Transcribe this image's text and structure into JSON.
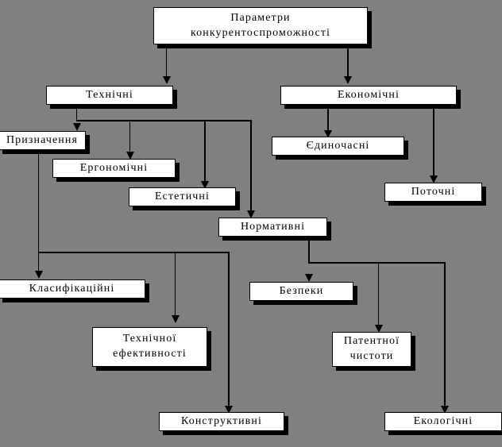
{
  "diagram": {
    "title": "Параметри конкурентоспроможності",
    "background_color": "#808080",
    "node_fill_color": "#ffffff",
    "node_border_color": "#000000",
    "shadow_color": "#000000",
    "type": "hierarchy-tree"
  },
  "nodes": {
    "root": {
      "label_line1": "Параметри",
      "label_line2": "конкурентоспроможності"
    },
    "technical": {
      "label": "Технічні"
    },
    "economic": {
      "label": "Економічні"
    },
    "purpose": {
      "label": "Призначення"
    },
    "ergonomic": {
      "label": "Ергономічні"
    },
    "aesthetic": {
      "label": "Естетичні"
    },
    "normative": {
      "label": "Нормативні"
    },
    "one_time": {
      "label": "Єдиночасні"
    },
    "current": {
      "label": "Поточні"
    },
    "classification": {
      "label": "Класифікаційні"
    },
    "tech_efficiency": {
      "label_line1": "Технічної",
      "label_line2": "ефективності"
    },
    "constructive": {
      "label": "Конструктивні"
    },
    "safety": {
      "label": "Безпеки"
    },
    "patent_purity": {
      "label_line1": "Патентної",
      "label_line2": "чистоти"
    },
    "ecological": {
      "label": "Екологічні"
    }
  },
  "edges": [
    {
      "from": "root",
      "to": "technical"
    },
    {
      "from": "root",
      "to": "economic"
    },
    {
      "from": "technical",
      "to": "purpose"
    },
    {
      "from": "technical",
      "to": "ergonomic"
    },
    {
      "from": "technical",
      "to": "aesthetic"
    },
    {
      "from": "technical",
      "to": "normative"
    },
    {
      "from": "economic",
      "to": "one_time"
    },
    {
      "from": "economic",
      "to": "current"
    },
    {
      "from": "purpose",
      "to": "classification"
    },
    {
      "from": "purpose",
      "to": "tech_efficiency"
    },
    {
      "from": "purpose",
      "to": "constructive"
    },
    {
      "from": "normative",
      "to": "safety"
    },
    {
      "from": "normative",
      "to": "patent_purity"
    },
    {
      "from": "normative",
      "to": "ecological"
    }
  ]
}
